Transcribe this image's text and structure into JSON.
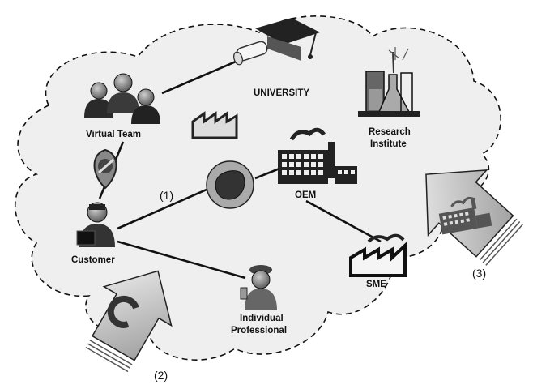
{
  "nodes": {
    "university": "UNIVERSITY",
    "research_institute_line1": "Research",
    "research_institute_line2": "Institute",
    "virtual_team": "Virtual Team",
    "oem": "OEM",
    "customer": "Customer",
    "sme": "SME",
    "individual_professional_line1": "Individual",
    "individual_professional_line2": "Professional"
  },
  "markers": {
    "link_1": "(1)",
    "arrow_2": "(2)",
    "arrow_3": "(3)"
  },
  "icons": [
    "graduation-cap-icon",
    "lab-flask-icon",
    "team-people-icon",
    "small-factory-icon",
    "oem-factory-icon",
    "customer-person-icon",
    "sme-factory-icon",
    "professional-worker-icon",
    "map-pin-icon",
    "link-node-icon",
    "refresh-arrow-icon",
    "factory-arrow-icon"
  ],
  "colors": {
    "cloud_fill": "#efefef",
    "cloud_stroke": "#111111",
    "node_dark": "#333333",
    "arrow_fill": "#cfcfcf"
  }
}
